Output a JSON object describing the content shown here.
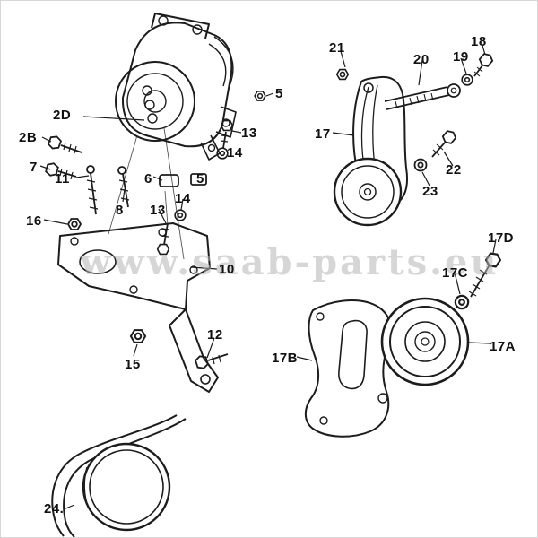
{
  "watermark": {
    "text": "www.saab-parts.eu",
    "color": "#b5b5b5"
  },
  "colors": {
    "line": "#1c1c1c",
    "thin_line": "#555555",
    "background": "#ffffff"
  },
  "labels": [
    {
      "id": "2D",
      "text": "2D"
    },
    {
      "id": "2B",
      "text": "2B"
    },
    {
      "id": "7",
      "text": "7"
    },
    {
      "id": "11",
      "text": "11"
    },
    {
      "id": "8",
      "text": "8"
    },
    {
      "id": "6",
      "text": "6"
    },
    {
      "id": "5-top",
      "text": "5"
    },
    {
      "id": "13-top",
      "text": "13"
    },
    {
      "id": "14-top",
      "text": "14"
    },
    {
      "id": "5-spacer",
      "text": "5"
    },
    {
      "id": "14-lower",
      "text": "14"
    },
    {
      "id": "13-lower",
      "text": "13"
    },
    {
      "id": "16",
      "text": "16"
    },
    {
      "id": "10",
      "text": "10"
    },
    {
      "id": "15",
      "text": "15"
    },
    {
      "id": "12",
      "text": "12"
    },
    {
      "id": "24",
      "text": "24."
    },
    {
      "id": "21",
      "text": "21"
    },
    {
      "id": "20",
      "text": "20"
    },
    {
      "id": "19",
      "text": "19"
    },
    {
      "id": "18",
      "text": "18"
    },
    {
      "id": "17",
      "text": "17"
    },
    {
      "id": "22",
      "text": "22"
    },
    {
      "id": "23",
      "text": "23"
    },
    {
      "id": "17D",
      "text": "17D"
    },
    {
      "id": "17C",
      "text": "17C"
    },
    {
      "id": "17A",
      "text": "17A"
    },
    {
      "id": "17B",
      "text": "17B"
    }
  ]
}
